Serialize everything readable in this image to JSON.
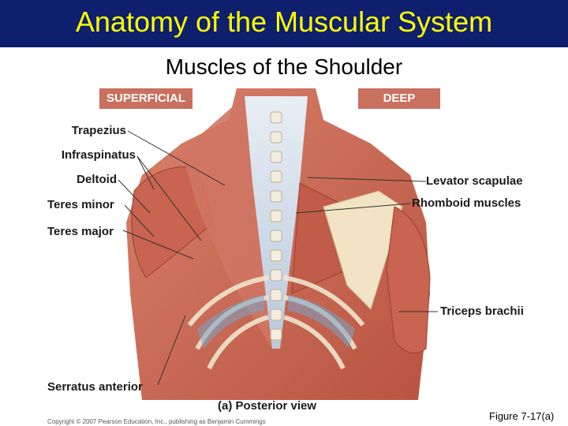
{
  "slide": {
    "title": "Anatomy of the Muscular System",
    "subtitle": "Muscles of the Shoulder",
    "title_color": "#ffff00",
    "title_bar_color": "#0e1f6e"
  },
  "diagram": {
    "tabs": {
      "superficial": "SUPERFICIAL",
      "deep": "DEEP"
    },
    "labels_left": {
      "trapezius": "Trapezius",
      "infraspinatus": "Infraspinatus",
      "deltoid": "Deltoid",
      "teres_minor": "Teres minor",
      "teres_major": "Teres major",
      "serratus_anterior": "Serratus anterior"
    },
    "labels_right": {
      "levator_scapulae": "Levator scapulae",
      "rhomboid_muscles": "Rhomboid muscles",
      "triceps_brachii": "Triceps brachii"
    },
    "caption": "(a) Posterior view",
    "copyright": "Copyright © 2007 Pearson Education, Inc., publishing as Benjamin Cummings"
  },
  "figure_ref": "Figure 7-17(a)"
}
